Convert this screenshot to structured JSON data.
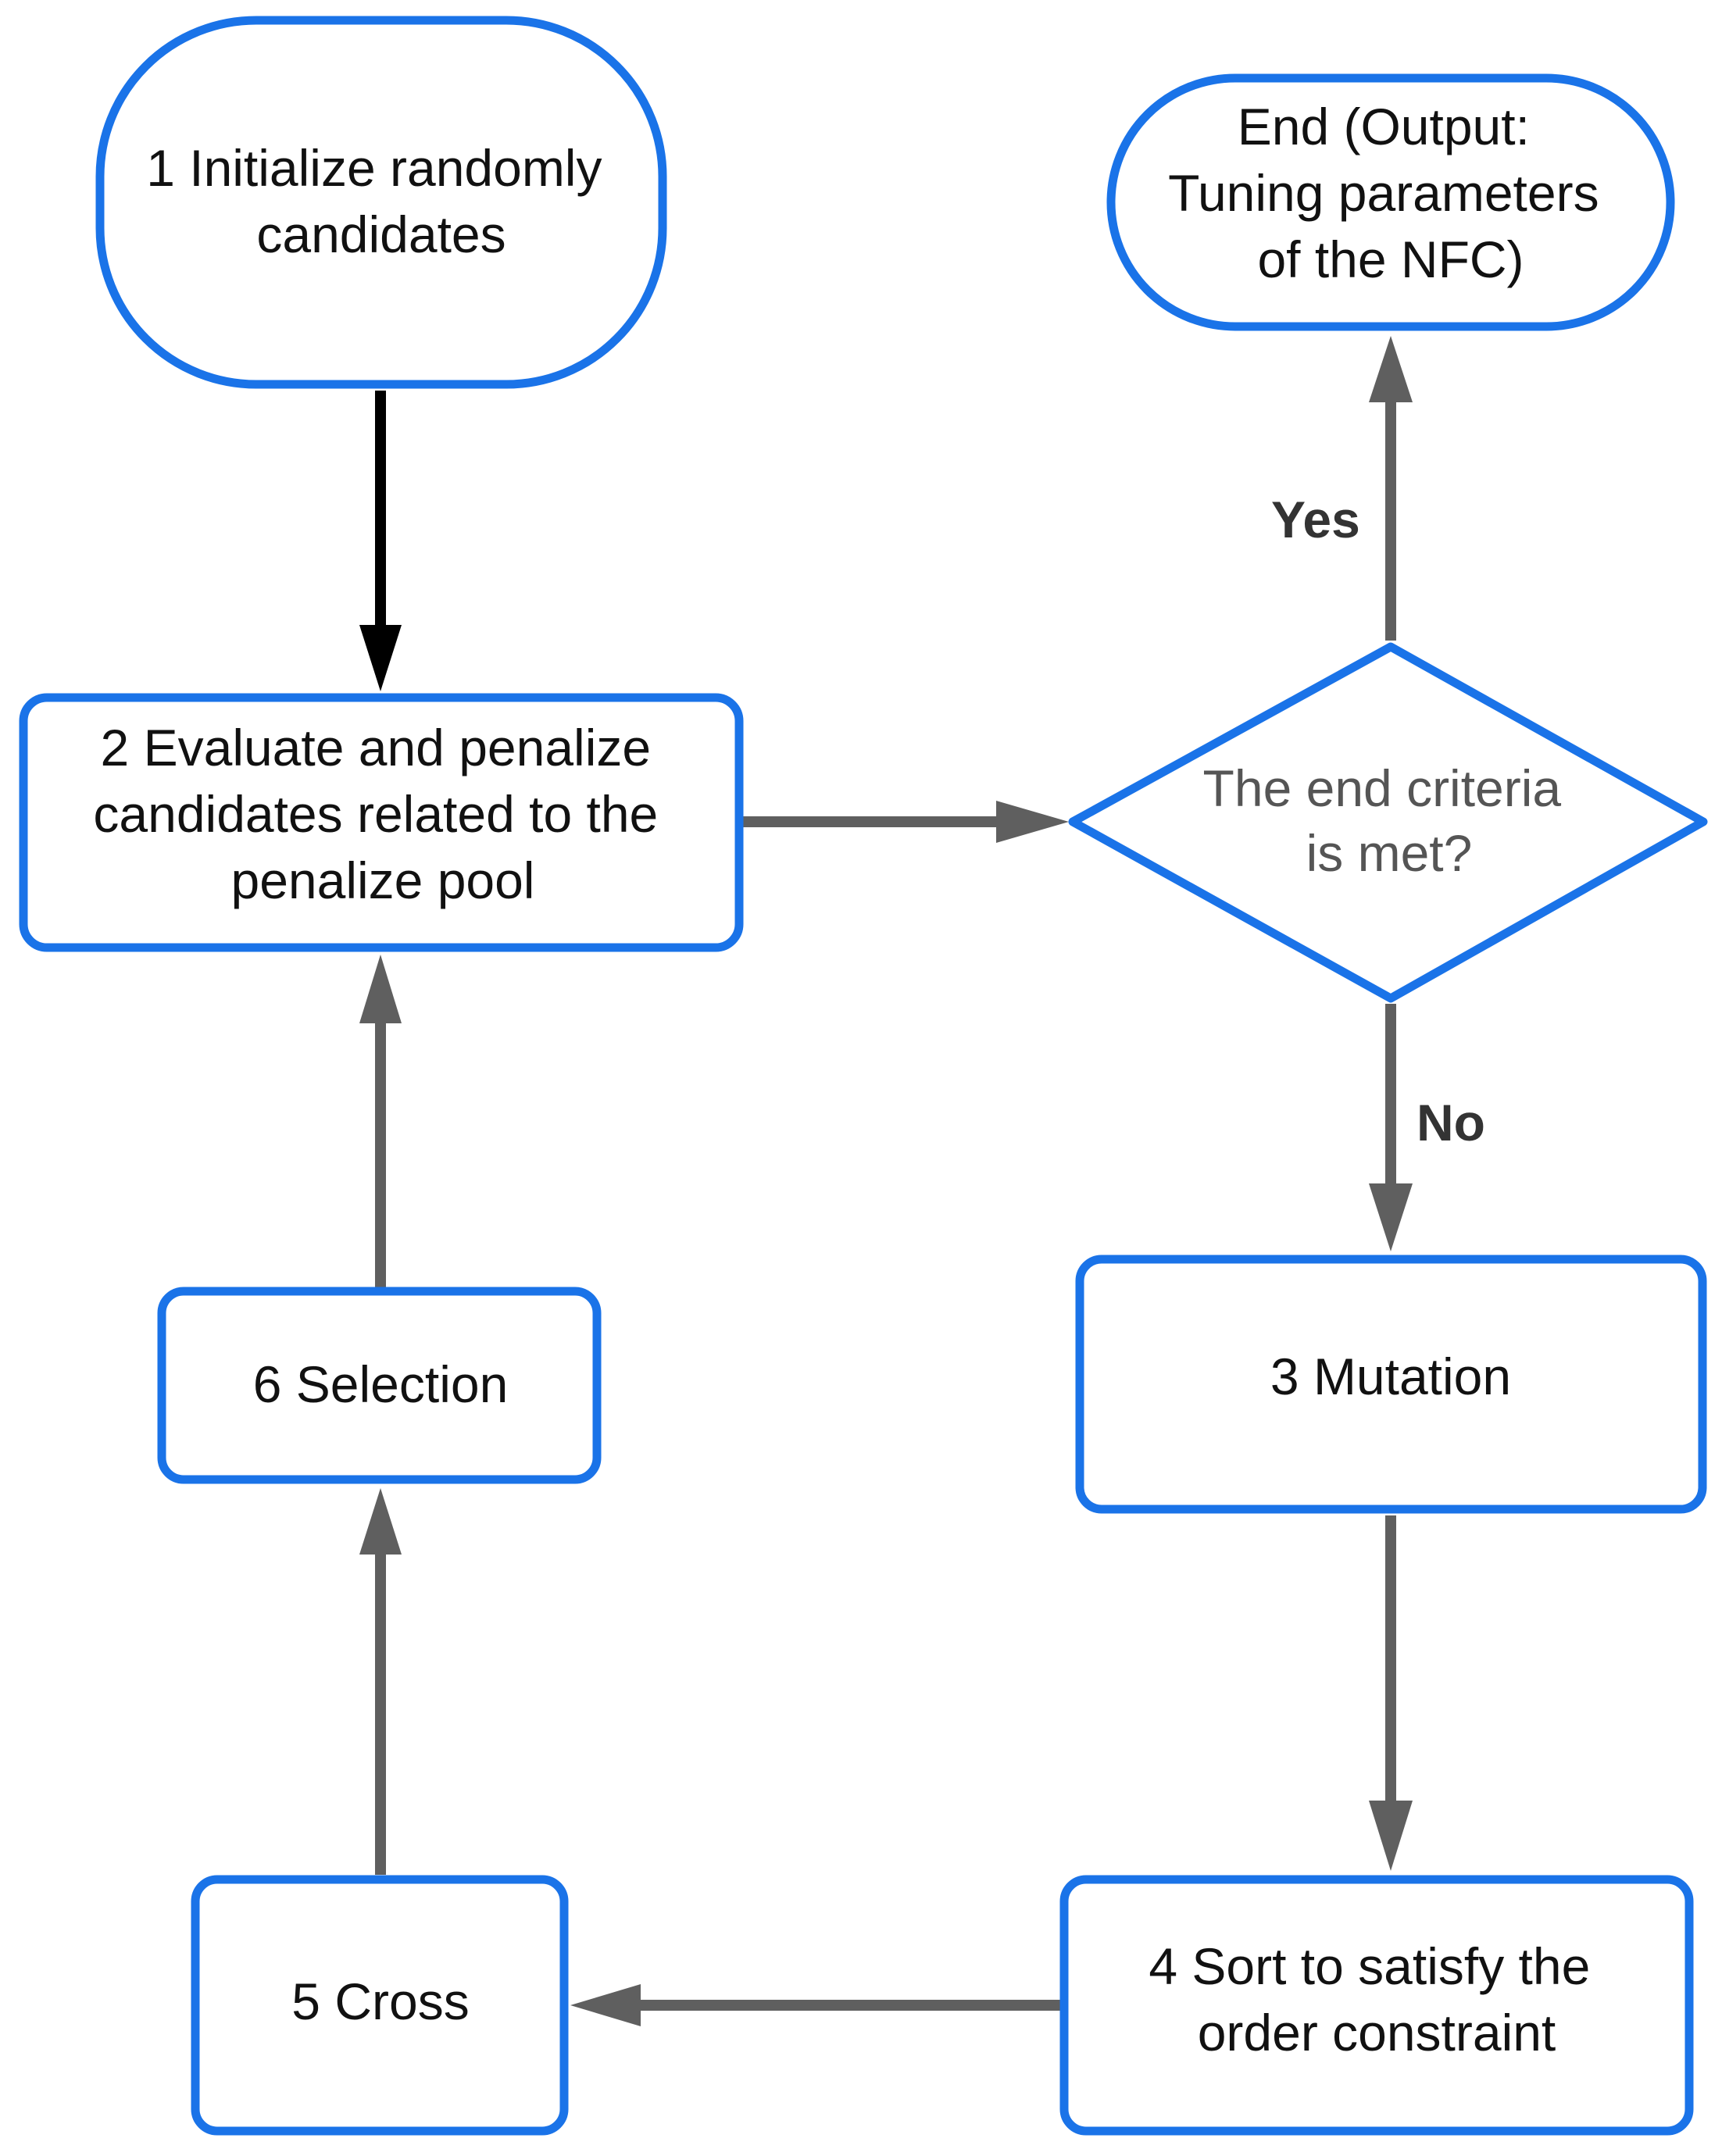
{
  "nodes": {
    "initialize": {
      "lines": [
        "1 Initialize randomly",
        "candidates"
      ]
    },
    "evaluate": {
      "lines": [
        "2 Evaluate and penalize",
        "candidates related to the",
        "penalize pool"
      ]
    },
    "decision": {
      "lines": [
        "The end criteria",
        "is met?"
      ]
    },
    "end": {
      "lines": [
        "End (Output:",
        "Tuning parameters",
        "of the NFC)"
      ]
    },
    "mutation": {
      "lines": [
        "3 Mutation"
      ]
    },
    "sort": {
      "lines": [
        "4 Sort to satisfy the",
        "order constraint"
      ]
    },
    "cross": {
      "lines": [
        "5 Cross"
      ]
    },
    "selection": {
      "lines": [
        "6 Selection"
      ]
    }
  },
  "edges": {
    "yes_label": "Yes",
    "no_label": "No"
  },
  "colors": {
    "node_border": "#1a73e8",
    "arrow_gray": "#5f5f5f",
    "arrow_black": "#000000"
  }
}
